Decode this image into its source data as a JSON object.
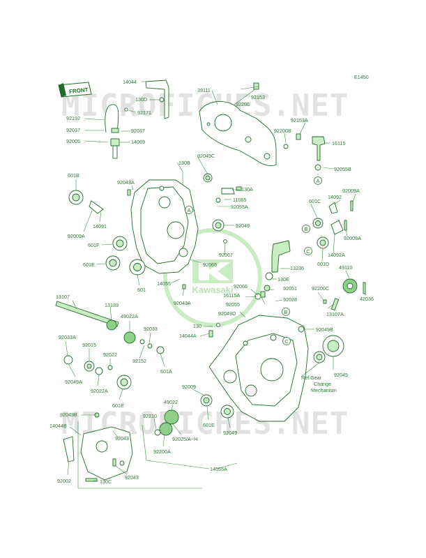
{
  "diagram": {
    "figure_id": "E1450",
    "front_tag": "FRONT",
    "watermark_text": "MICROFICHES.NET",
    "center_brand": "Kawasaki",
    "ref_note": [
      "Ref.Gear",
      "Change",
      "Mechanism"
    ],
    "colors": {
      "line": "#1f6b2a",
      "text": "#2c7a34",
      "fill": "#c9ecc3",
      "watermark": "#e2e2e2"
    },
    "part_labels": [
      "14044",
      "130D",
      "92192",
      "92171",
      "92037",
      "92037",
      "92005",
      "14069",
      "39111",
      "92153",
      "92200",
      "92200B",
      "92153A",
      "16115",
      "92055B",
      "130B",
      "92049C",
      "92043A",
      "601B",
      "130A",
      "11065",
      "92055A",
      "92009A",
      "14091",
      "92049",
      "601F",
      "601E",
      "601",
      "92067",
      "92065",
      "14055",
      "92043A",
      "13236",
      "92009A",
      "14092",
      "601C",
      "92009A",
      "14092A",
      "601D",
      "49110",
      "42036",
      "92066",
      "16115A",
      "92055",
      "92051",
      "130E",
      "92028",
      "92200C",
      "13107A",
      "13107",
      "13139",
      "49022A",
      "92033",
      "92049D",
      "130",
      "14044A",
      "92049B",
      "92033A",
      "92015",
      "92022",
      "92152",
      "601A",
      "92049A",
      "92022A",
      "601E",
      "92045",
      "92009",
      "49022",
      "92210",
      "601E",
      "92049",
      "92049B",
      "14044B",
      "92043",
      "92200A",
      "92025/A~H",
      "92002",
      "130C",
      "92043",
      "14055A"
    ],
    "circle_labels": [
      "A",
      "A",
      "B",
      "B",
      "C",
      "C"
    ]
  }
}
